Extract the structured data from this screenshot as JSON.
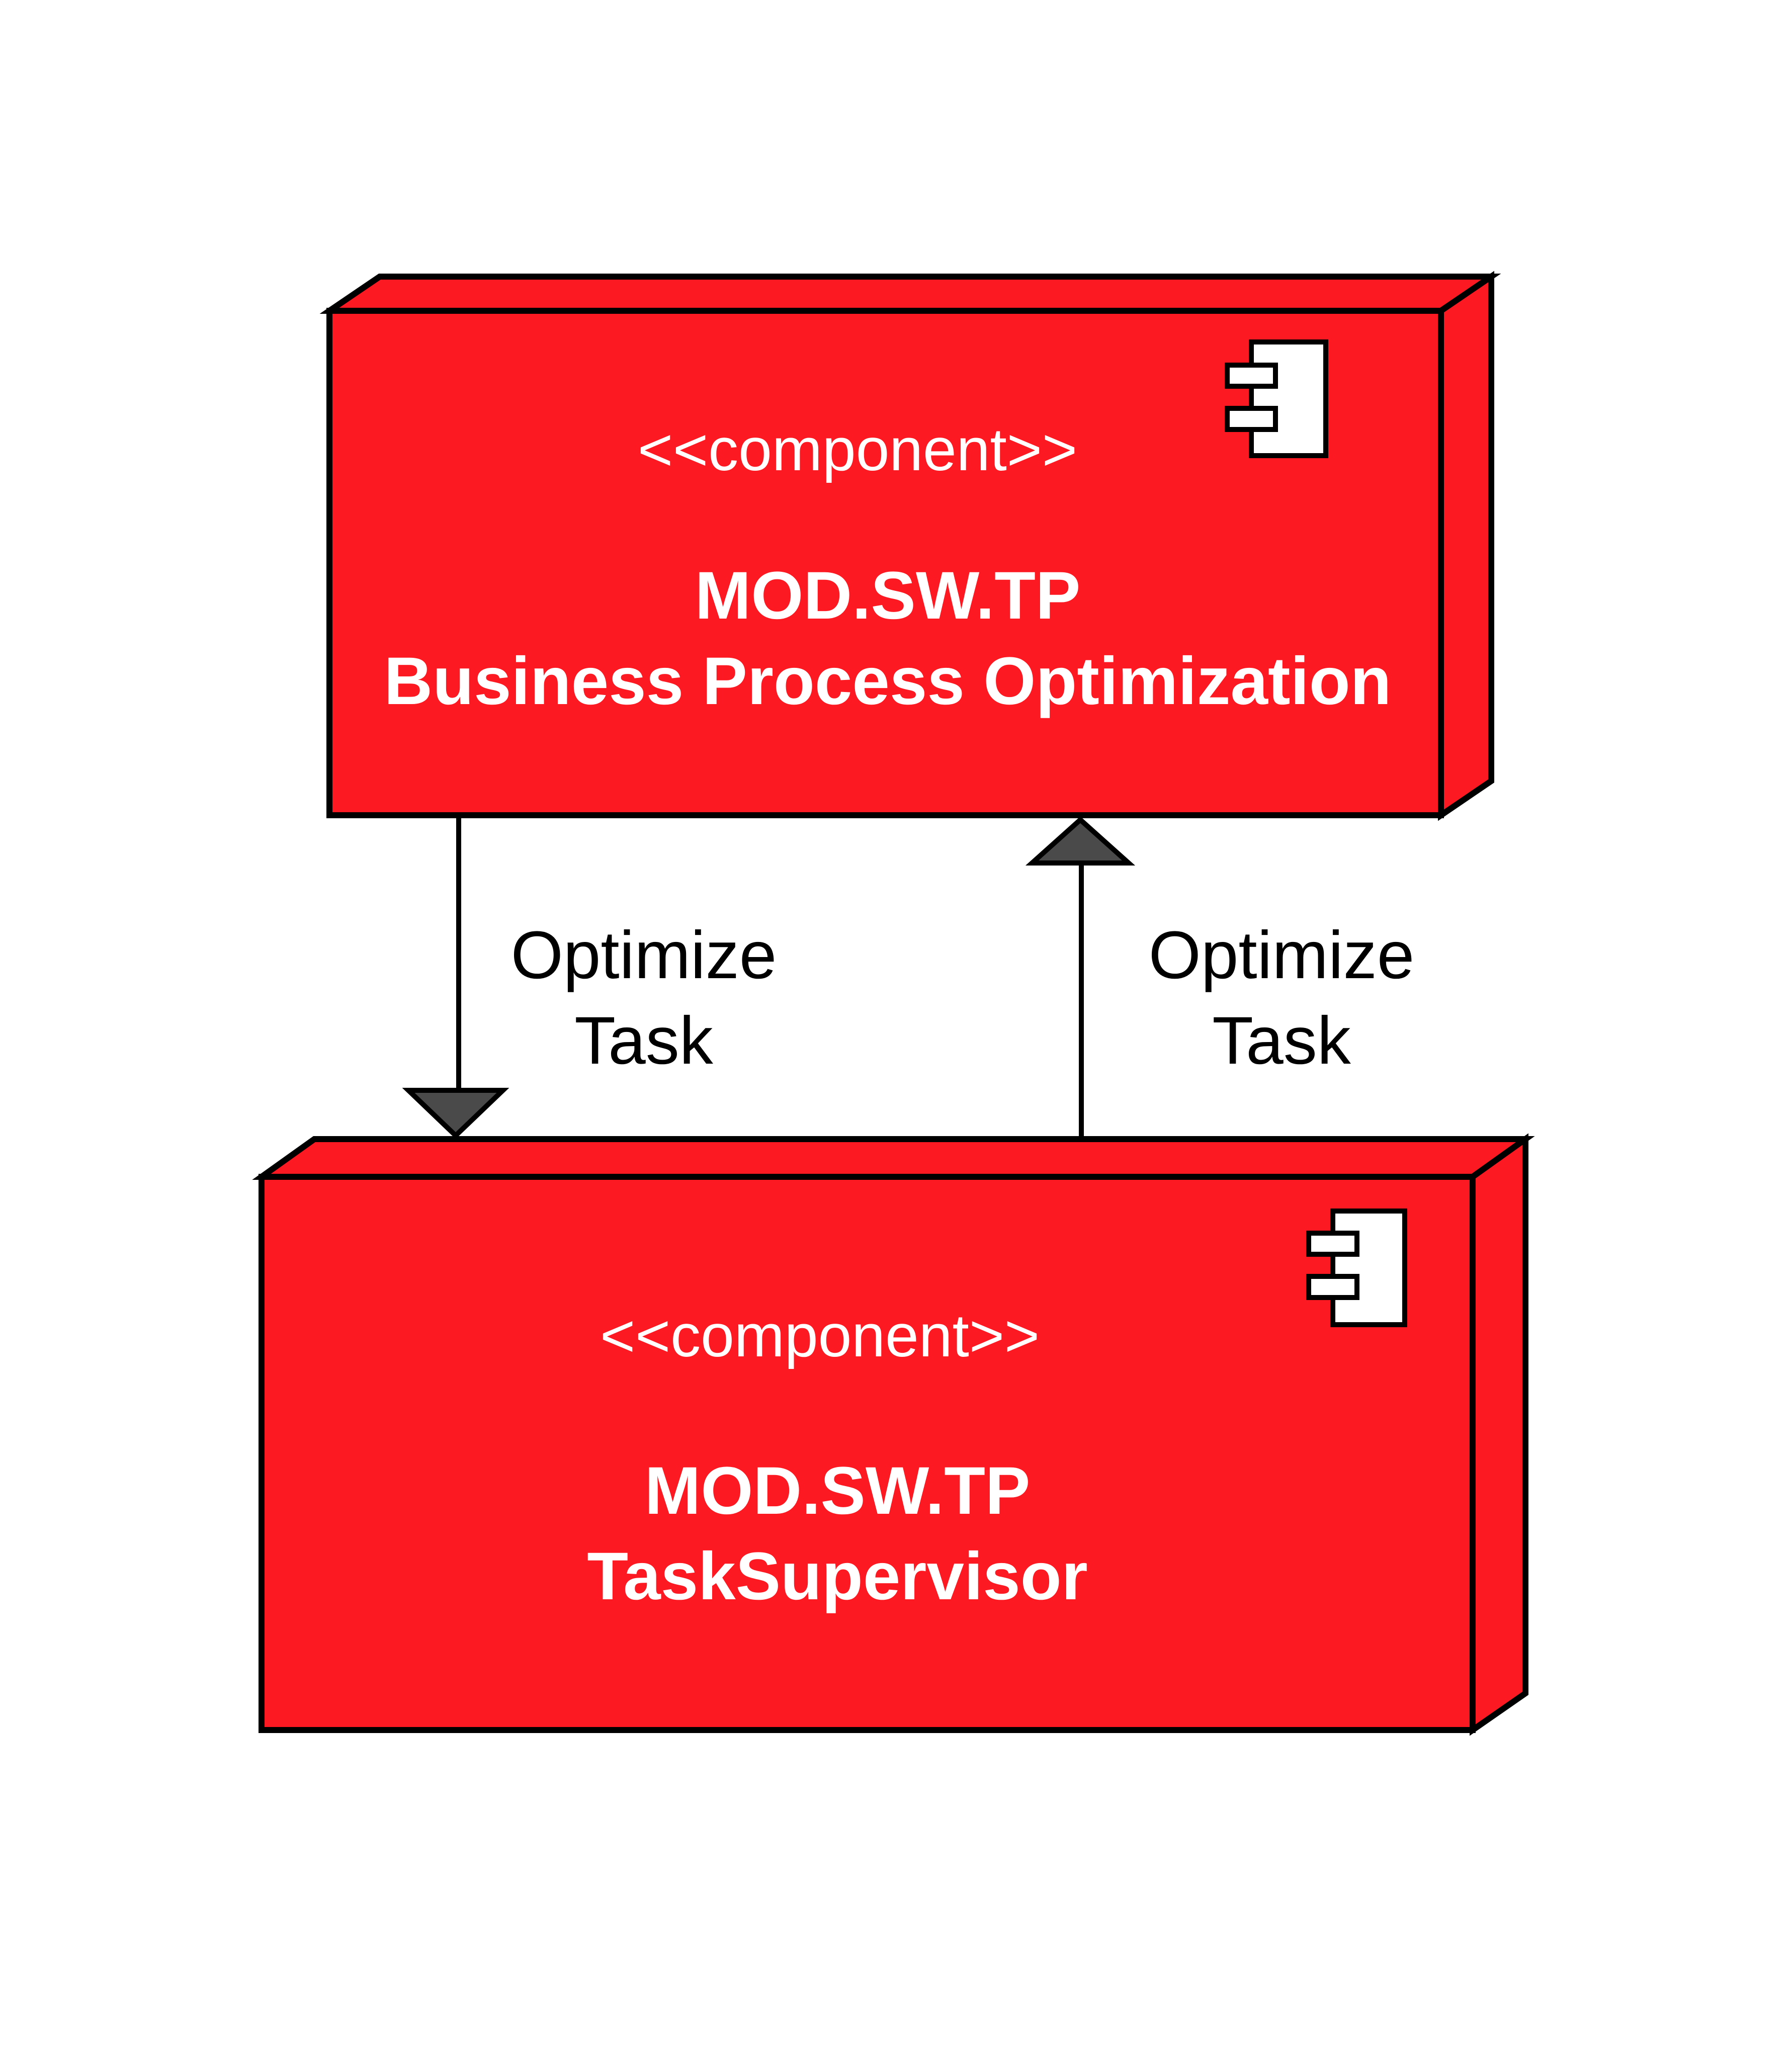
{
  "colors": {
    "component_fill": "#fc1921",
    "outline": "#000000",
    "text_on_component": "#ffffff",
    "arrowhead_fill": "#4a4a4a",
    "component_icon_fill": "#ffffff"
  },
  "components": [
    {
      "stereotype": "<<component>>",
      "module": "MOD.SW.TP",
      "name": "Business Process Optimization",
      "icon": "uml-component-icon"
    },
    {
      "stereotype": "<<component>>",
      "module": "MOD.SW.TP",
      "name": "TaskSupervisor",
      "icon": "uml-component-icon"
    }
  ],
  "connectors": [
    {
      "from": "Business Process Optimization",
      "to": "TaskSupervisor",
      "label_line1": "Optimize",
      "label_line2": "Task"
    },
    {
      "from": "TaskSupervisor",
      "to": "Business Process Optimization",
      "label_line1": "Optimize",
      "label_line2": "Task"
    }
  ]
}
